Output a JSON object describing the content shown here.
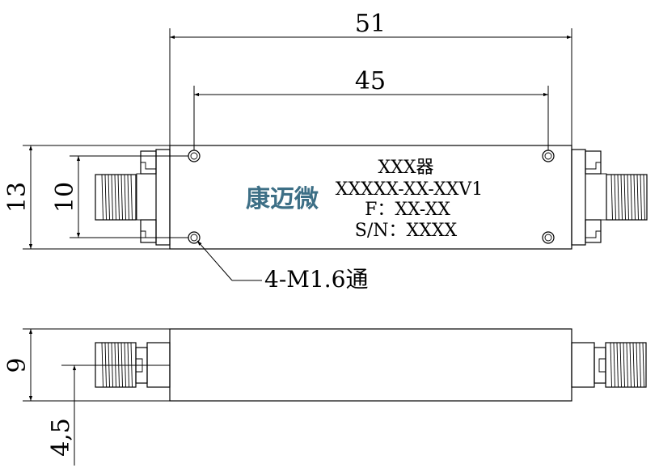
{
  "dimensions": {
    "overall_length": "51",
    "hole_spacing": "45",
    "body_height": "13",
    "hole_vertical_spacing": "10",
    "side_height": "9",
    "connector_center": "4,5"
  },
  "label": {
    "line1": "XXX器",
    "line2": "XXXXX-XX-XXV1",
    "line3": "F：XX-XX",
    "line4": "S/N：XXXX"
  },
  "logo_text": "康迈微",
  "callout_text": "4-M1.6通",
  "colors": {
    "logo": "#3d6f86",
    "line": "#000000"
  }
}
